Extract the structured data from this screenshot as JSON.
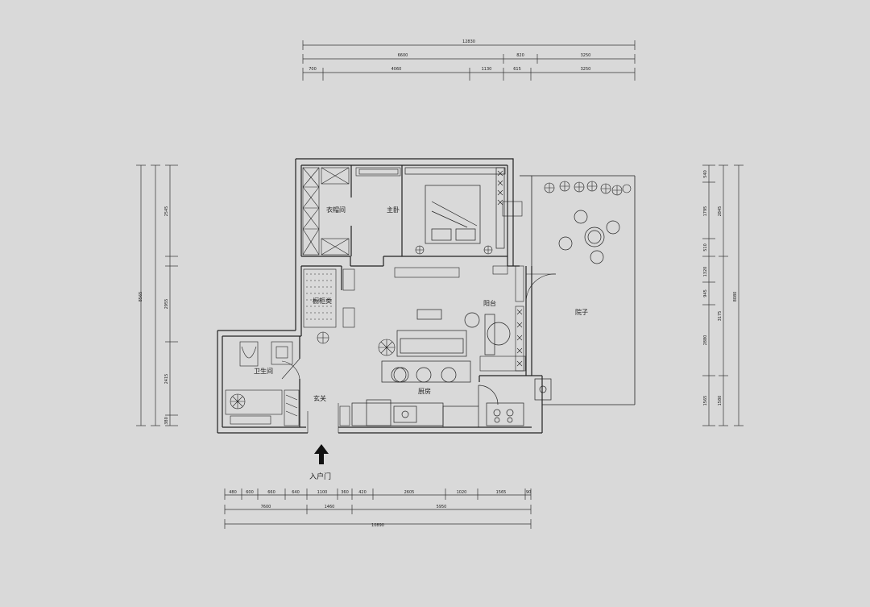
{
  "rooms": {
    "closet": "衣帽间",
    "master_bedroom": "主卧",
    "storage": "橱柜类",
    "balcony": "阳台",
    "yard": "院子",
    "bathroom": "卫生间",
    "foyer": "玄关",
    "kitchen": "厨房"
  },
  "entrance_label": "入户门",
  "dims_top": {
    "row1": [
      "12830"
    ],
    "row2": [
      "6600",
      "820",
      "3250"
    ],
    "row3": [
      "700",
      "4060",
      "1130",
      "615",
      "3250"
    ]
  },
  "dims_bottom": {
    "row1": [
      "480",
      "600",
      "660",
      "640",
      "1100",
      "360",
      "420",
      "2605",
      "1020",
      "1565",
      "90"
    ],
    "row2": [
      "7600",
      "1460",
      "5950"
    ],
    "row3": [
      "10890"
    ]
  },
  "dims_left": {
    "outer": "8565",
    "inner": [
      "2545",
      "2955",
      "2415",
      "380"
    ]
  },
  "dims_right": {
    "inner": [
      "540",
      "1795",
      "510",
      "1320",
      "945",
      "2880",
      "1565"
    ],
    "mid": [
      "2845",
      "3175",
      "1580"
    ],
    "outer": "8080"
  }
}
